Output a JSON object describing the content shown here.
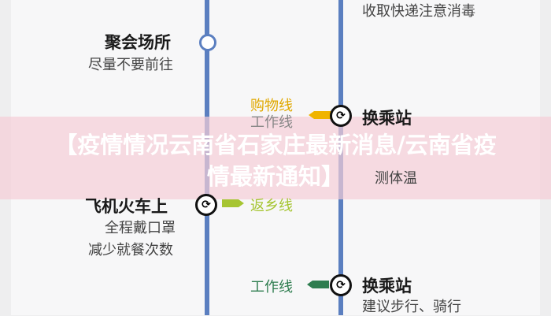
{
  "top_note": "收取快递注意消毒",
  "stops": [
    {
      "title": "聚会场所",
      "desc": [
        "尽量不要前往"
      ]
    },
    {
      "title": "换乘站",
      "line": "购物线",
      "line2": "工作线",
      "desc": [
        "测体温"
      ]
    },
    {
      "title": "飞机火车上",
      "line": "返乡线",
      "desc": [
        "全程戴口罩",
        "减少就餐次数"
      ]
    },
    {
      "title": "换乘站",
      "line": "工作线",
      "desc": [
        "建议步行、骑行"
      ]
    }
  ],
  "colors": {
    "metro_line": "#5b7fc0",
    "shopping": "#f0b400",
    "home": "#a6c532",
    "work": "#2e7d4f",
    "overlay": "#f5cdd7"
  },
  "overlay_title": "【疫情情况云南省石家庄最新消息/云南省疫情最新通知】"
}
